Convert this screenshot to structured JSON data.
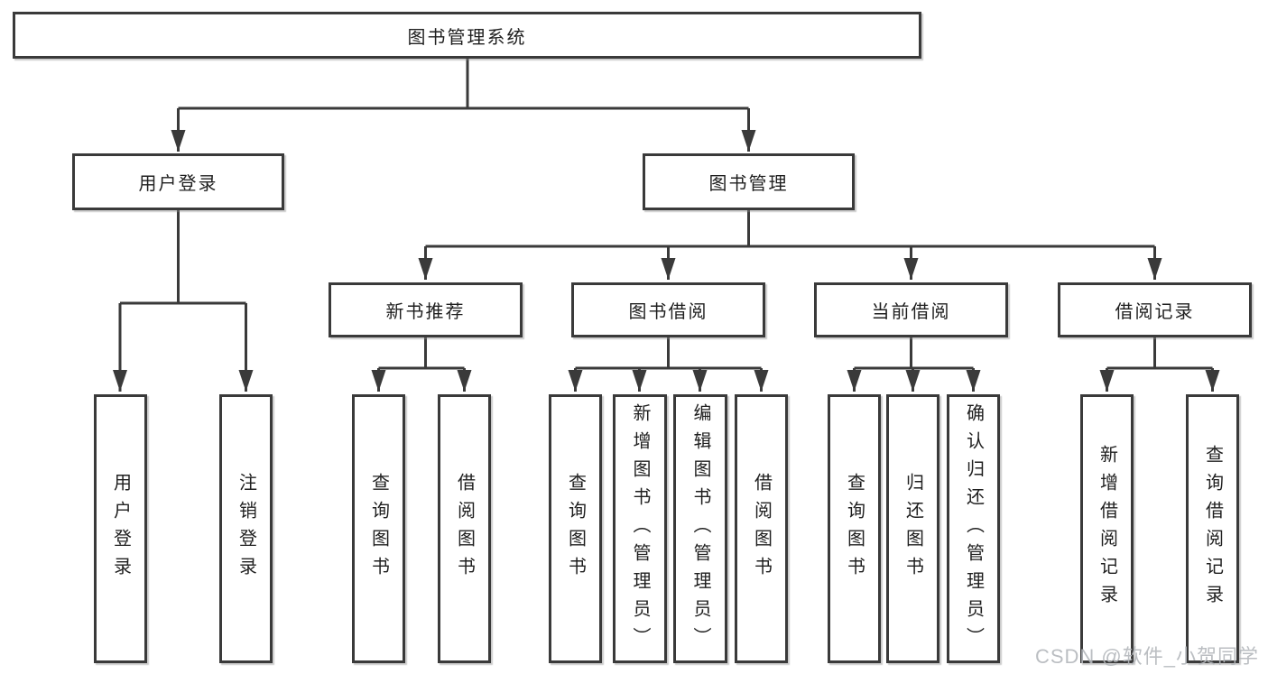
{
  "diagram": {
    "root": {
      "label": "图书管理系统"
    },
    "level2": [
      {
        "label": "用户登录"
      },
      {
        "label": "图书管理"
      }
    ],
    "level3": [
      {
        "label": "新书推荐"
      },
      {
        "label": "图书借阅"
      },
      {
        "label": "当前借阅"
      },
      {
        "label": "借阅记录"
      }
    ],
    "leaves": [
      {
        "label": "用户登录"
      },
      {
        "label": "注销登录"
      },
      {
        "label": "查询图书"
      },
      {
        "label": "借阅图书"
      },
      {
        "label": "查询图书"
      },
      {
        "label": "新增图书（管理员）"
      },
      {
        "label": "编辑图书（管理员）"
      },
      {
        "label": "借阅图书"
      },
      {
        "label": "查询图书"
      },
      {
        "label": "归还图书"
      },
      {
        "label": "确认归还（管理员）"
      },
      {
        "label": "新增借阅记录"
      },
      {
        "label": "查询借阅记录"
      }
    ]
  },
  "watermark": {
    "text": "CSDN @软件_小贺同学"
  },
  "colors": {
    "line": "#3a3a3a",
    "box_bg": "#ffffff",
    "text": "#1f1f1f",
    "watermark": "#b4b8bc"
  }
}
